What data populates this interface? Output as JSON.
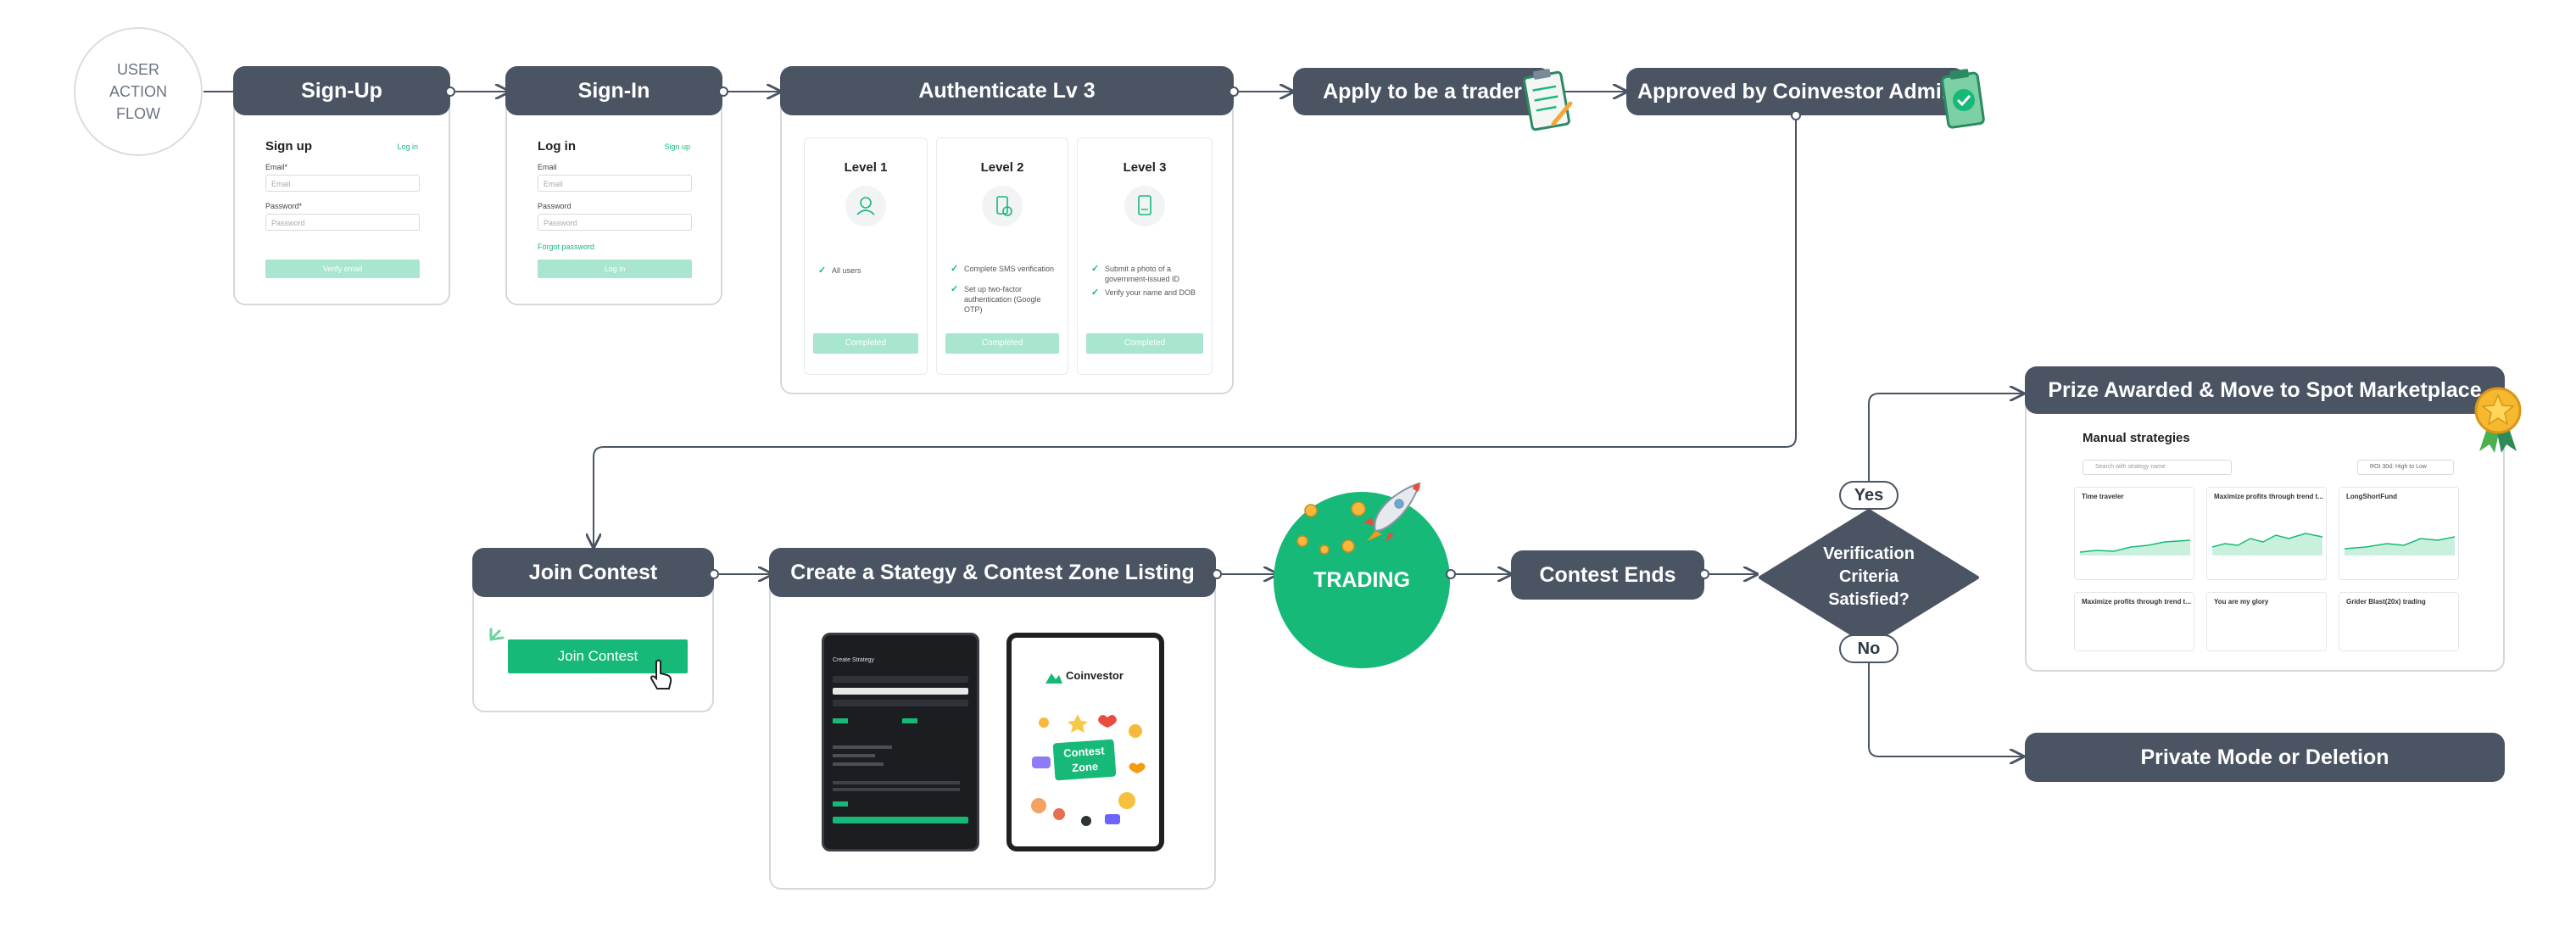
{
  "flow": {
    "start_label": [
      "USER",
      "ACTION",
      "FLOW"
    ],
    "steps": {
      "signup": "Sign-Up",
      "signin": "Sign-In",
      "authenticate": "Authenticate Lv 3",
      "apply": "Apply to be a trader",
      "approved": "Approved by Coinvestor Admin",
      "join": "Join Contest",
      "create": "Create a Stategy & Contest Zone Listing",
      "trading": "TRADING",
      "contest_ends": "Contest Ends",
      "decision": [
        "Verification",
        "Criteria",
        "Satisfied?"
      ],
      "yes": "Yes",
      "no": "No",
      "prize": "Prize Awarded & Move to Spot Marketplace",
      "private": "Private Mode or Deletion"
    }
  },
  "signup_form": {
    "title": "Sign up",
    "link": "Log in",
    "email_label": "Email*",
    "email_placeholder": "Email",
    "password_label": "Password*",
    "password_placeholder": "Password",
    "button": "Verify email"
  },
  "login_form": {
    "title": "Log in",
    "link": "Sign up",
    "email_label": "Email",
    "email_placeholder": "Email",
    "password_label": "Password",
    "password_placeholder": "Password",
    "forgot": "Forgot password",
    "button": "Log in"
  },
  "levels": [
    {
      "title": "Level 1",
      "items": [
        "All users"
      ],
      "button": "Completed"
    },
    {
      "title": "Level 2",
      "items": [
        "Complete SMS verification",
        "Set up two-factor authentication (Google OTP)"
      ],
      "button": "Completed"
    },
    {
      "title": "Level  3",
      "items": [
        "Submit a photo of a government-issued ID",
        "Verify your name and DOB"
      ],
      "button": "Completed"
    }
  ],
  "join_button": "Join Contest",
  "tablet": {
    "brand": "Coinvestor",
    "badge": [
      "Contest",
      "Zone"
    ],
    "dark_title": "Create Strategy"
  },
  "marketplace": {
    "title": "Manual strategies",
    "search_placeholder": "Search with strategy name",
    "sort_label": "ROI 30d: High to Low",
    "strategies": [
      "Time traveler",
      "Maximize profits through trend t...",
      "LongShortFund",
      "Maximize profits through trend t...",
      "You are my glory",
      "Grider Blast(20x) trading"
    ]
  },
  "colors": {
    "header": "#4a5463",
    "accent": "#17b978",
    "accent_light": "#a8e6cf"
  }
}
